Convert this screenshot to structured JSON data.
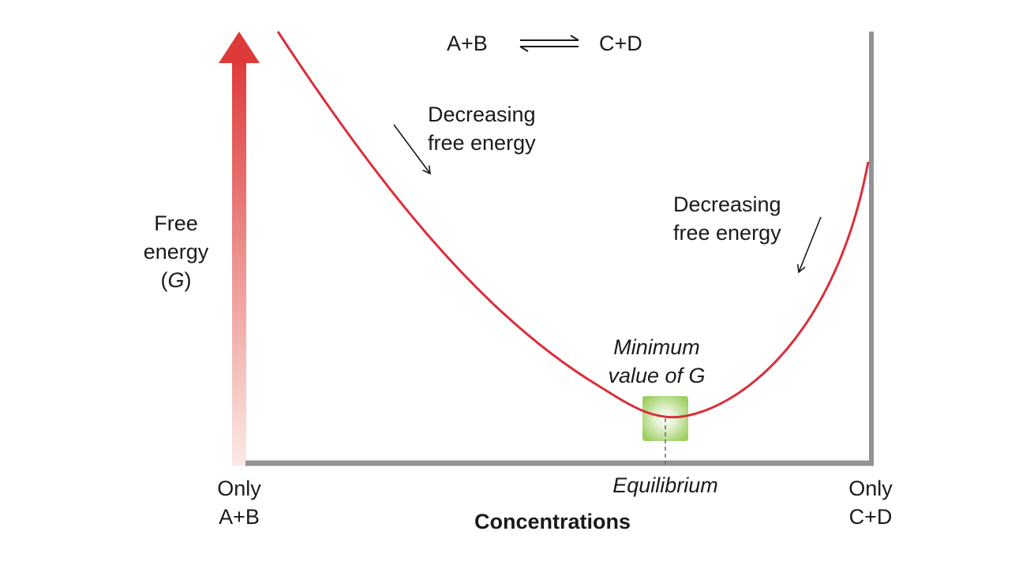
{
  "reaction": {
    "reactants": "A+B",
    "products": "C+D"
  },
  "y_axis": {
    "label_line1": "Free",
    "label_line2": "energy",
    "label_open": "(",
    "label_symbol": "G",
    "label_close": ")"
  },
  "x_axis": {
    "title": "Concentrations",
    "left_line1": "Only",
    "left_line2": "A+B",
    "right_line1": "Only",
    "right_line2": "C+D",
    "equilibrium": "Equilibrium"
  },
  "annotations": {
    "left_line1": "Decreasing",
    "left_line2": "free energy",
    "right_line1": "Decreasing",
    "right_line2": "free energy",
    "minimum_line1": "Minimum",
    "minimum_line2": "value of G"
  },
  "colors": {
    "curve": "#d8303b",
    "axis": "#939393",
    "arrow_top": "#de3a3a",
    "arrow_bottom": "#fbeae5",
    "min_box": "#9fcf63",
    "text": "#1a1a1a"
  }
}
